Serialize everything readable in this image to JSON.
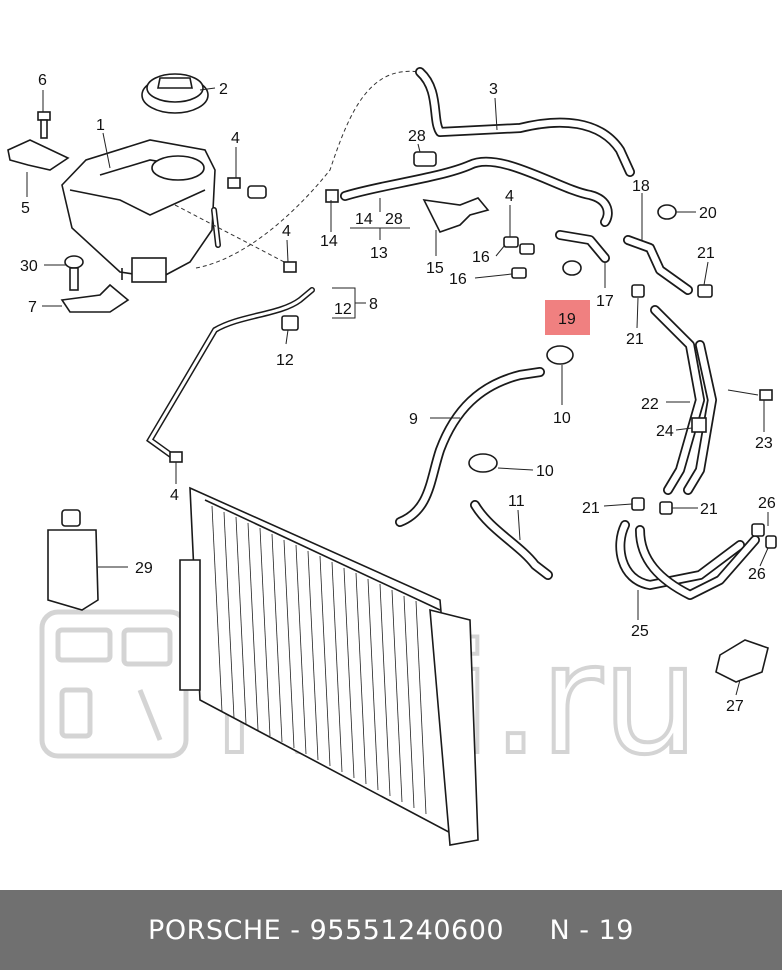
{
  "callouts": {
    "c1": "1",
    "c2": "2",
    "c3": "3",
    "c4a": "4",
    "c4b": "4",
    "c4c": "4",
    "c4d": "4",
    "c5": "5",
    "c6": "6",
    "c7": "7",
    "c8": "8",
    "c9": "9",
    "c10a": "10",
    "c10b": "10",
    "c11": "11",
    "c12a": "12",
    "c12b": "12",
    "c13": "13",
    "c14a": "14",
    "c14b": "14",
    "c15": "15",
    "c16a": "16",
    "c16b": "16",
    "c17": "17",
    "c18": "18",
    "c19": "19",
    "c20": "20",
    "c21a": "21",
    "c21b": "21",
    "c21c": "21",
    "c21d": "21",
    "c22": "22",
    "c23": "23",
    "c24": "24",
    "c25": "25",
    "c26a": "26",
    "c26b": "26",
    "c27": "27",
    "c28a": "28",
    "c28b": "28",
    "c29": "29",
    "c30": "30"
  },
  "highlight": {
    "color": "#f08080",
    "label_color": "#1a1a1a"
  },
  "watermark": {
    "text": "Ruli.ru",
    "color": "#d4d4d4"
  },
  "footer": {
    "brand": "PORSCHE",
    "separator": " - ",
    "part_number": "95551240600",
    "position_label": "N - 19",
    "background": "#707070"
  }
}
